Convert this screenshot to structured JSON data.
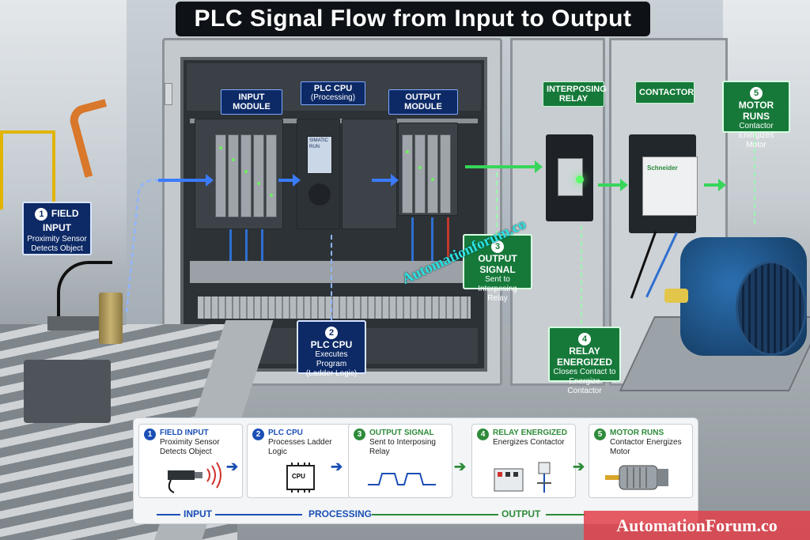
{
  "title": "PLC Signal Flow from Input to Output",
  "labels": {
    "input_module": "INPUT MODULE",
    "plc_cpu_title": "PLC CPU",
    "plc_cpu_sub": "(Processing)",
    "output_module": "OUTPUT MODULE",
    "interposing_relay_1": "INTERPOSING",
    "interposing_relay_2": "RELAY",
    "contactor": "CONTACTOR"
  },
  "callouts": [
    {
      "num": "1",
      "title": "FIELD INPUT",
      "sub1": "Proximity Sensor",
      "sub2": "Detects Object"
    },
    {
      "num": "2",
      "title": "PLC CPU",
      "sub1": "Executes Program",
      "sub2": "(Ladder Logic)"
    },
    {
      "num": "3",
      "title": "OUTPUT SIGNAL",
      "sub1": "Sent to Interposing",
      "sub2": "Relay"
    },
    {
      "num": "4",
      "title": "RELAY ENERGIZED",
      "sub1": "Closes Contact to",
      "sub2": "Energize Contactor"
    },
    {
      "num": "5",
      "title": "MOTOR RUNS",
      "sub1": "Contactor Energizes",
      "sub2": "Motor"
    }
  ],
  "legend": {
    "steps": [
      {
        "num": "1",
        "title": "FIELD INPUT",
        "sub": "Proximity Sensor Detects Object",
        "color": "#1a4fb5"
      },
      {
        "num": "2",
        "title": "PLC CPU",
        "sub": "Processes Ladder Logic",
        "color": "#1a4fb5",
        "icon_text": "CPU"
      },
      {
        "num": "3",
        "title": "OUTPUT SIGNAL",
        "sub": "Sent to Interposing Relay",
        "color": "#2e8b3a"
      },
      {
        "num": "4",
        "title": "RELAY ENERGIZED",
        "sub": "Energizes Contactor",
        "color": "#2e8b3a"
      },
      {
        "num": "5",
        "title": "MOTOR RUNS",
        "sub": "Contactor Energizes Motor",
        "color": "#2e8b3a"
      }
    ],
    "phases": {
      "input": "INPUT",
      "processing": "PROCESSING",
      "output": "OUTPUT"
    }
  },
  "plc_screen": {
    "line1": "SIMATIC",
    "line2": "RUN"
  },
  "contactor_brand": "Schneider",
  "watermarks": {
    "diagonal": "Automationforum.co",
    "corner": "AutomationForum.co"
  },
  "colors": {
    "blue_accent": "#1a4fb5",
    "green_accent": "#2e8b3a",
    "title_bg": "#0e1216"
  }
}
